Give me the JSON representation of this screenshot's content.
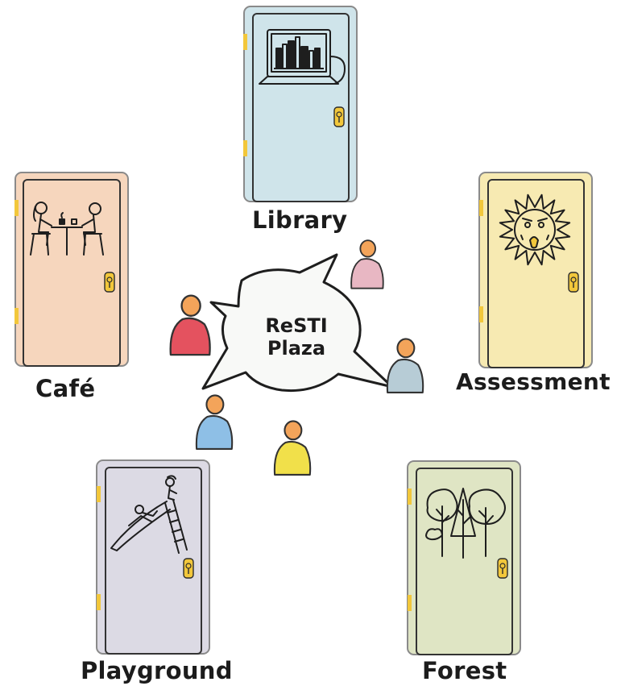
{
  "center": {
    "line1": "ReSTI",
    "line2": "Plaza"
  },
  "doors": {
    "library": {
      "label": "Library",
      "color": "#cfe4ea",
      "icon": "laptop-bookshelf-icon"
    },
    "cafe": {
      "label": "Café",
      "color": "#f6d6bd",
      "icon": "cafe-table-icon"
    },
    "assessment": {
      "label": "Assessment",
      "color": "#f7eab2",
      "icon": "worried-sun-icon"
    },
    "playground": {
      "label": "Playground",
      "color": "#dcdae4",
      "icon": "slide-icon"
    },
    "forest": {
      "label": "Forest",
      "color": "#dfe5c4",
      "icon": "trees-icon"
    }
  },
  "people_colors": [
    "#e8b7c3",
    "#e4525f",
    "#b7ccd6",
    "#8ebfe6",
    "#f1e04a"
  ],
  "head_color": "#f3a45a",
  "knob_color": "#f2c73b"
}
